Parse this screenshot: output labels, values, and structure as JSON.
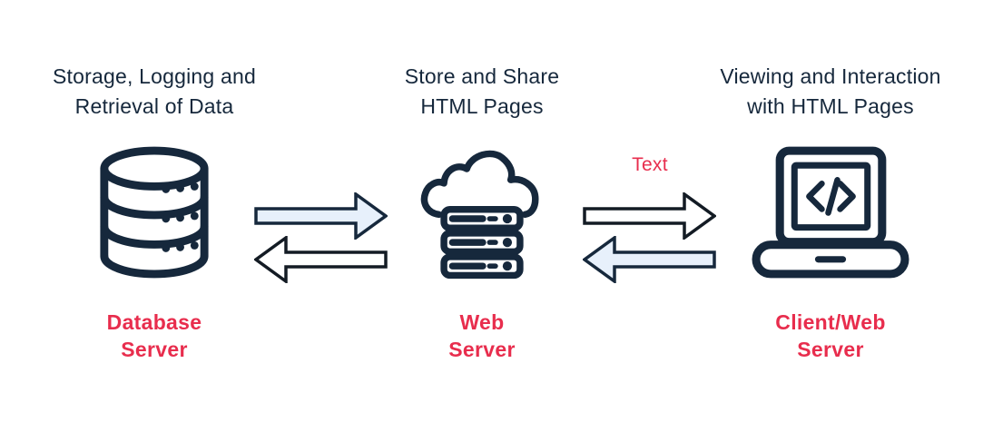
{
  "page": {
    "background": "#ffffff"
  },
  "colors": {
    "navy": "#16283c",
    "red": "#e82d4d",
    "arrow_blue_fill": "#e7f0fb",
    "arrow_white_fill": "#ffffff",
    "arrow_dark_stroke": "#131b24"
  },
  "columns": [
    {
      "id": "database-server",
      "heading_line1": "Storage, Logging and",
      "heading_line2": "Retrieval of Data",
      "icon": "database-cylinder-icon",
      "label_line1": "Database",
      "label_line2": "Server"
    },
    {
      "id": "web-server",
      "heading_line1": "Store and Share",
      "heading_line2": "HTML Pages",
      "icon": "cloud-server-icon",
      "label_line1": "Web",
      "label_line2": "Server"
    },
    {
      "id": "client-web-server",
      "heading_line1": "Viewing and Interaction",
      "heading_line2": "with HTML Pages",
      "icon": "laptop-code-icon",
      "label_line1": "Client/Web",
      "label_line2": "Server"
    }
  ],
  "connections": [
    {
      "id": "database-web",
      "top_arrow": {
        "direction": "right",
        "fill": "light-blue"
      },
      "bottom_arrow": {
        "direction": "left",
        "fill": "white"
      }
    },
    {
      "id": "web-client",
      "label": "Text",
      "top_arrow": {
        "direction": "right",
        "fill": "white"
      },
      "bottom_arrow": {
        "direction": "left",
        "fill": "light-blue"
      }
    }
  ]
}
